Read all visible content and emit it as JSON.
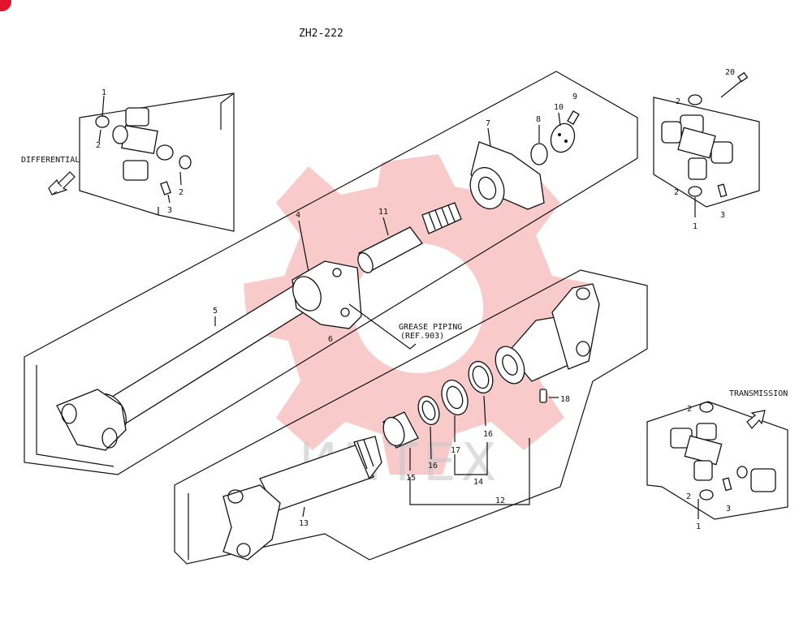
{
  "diagram_code": "ZH2-222",
  "watermark_text": "ИНТЕХ",
  "watermark_color": "#f08a8a",
  "direction_labels": {
    "differential": "DIFFERENTIAL",
    "transmission": "TRANSMISSION"
  },
  "callouts": {
    "grease_piping_line1": "GREASE PIPING",
    "grease_piping_line2": "(REF.903)"
  },
  "part_numbers": {
    "p1": "1",
    "p2": "2",
    "p3": "3",
    "p4": "4",
    "p5": "5",
    "p6": "6",
    "p7": "7",
    "p8": "8",
    "p9": "9",
    "p10": "10",
    "p11": "11",
    "p12": "12",
    "p13": "13",
    "p14": "14",
    "p15": "15",
    "p16": "16",
    "p17": "17",
    "p18": "18",
    "p20": "20"
  }
}
